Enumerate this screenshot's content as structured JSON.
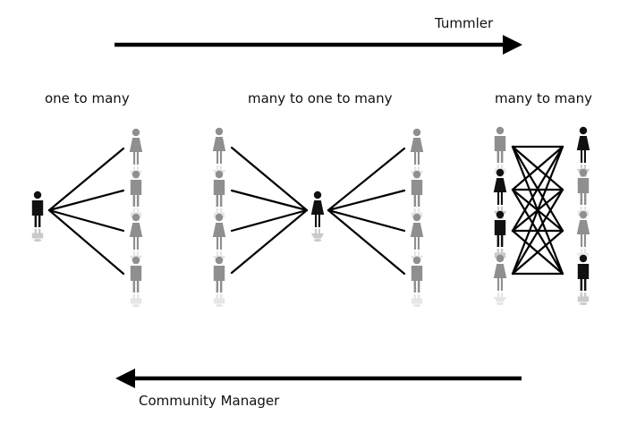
{
  "top_arrow": {
    "label": "Tummler"
  },
  "bottom_arrow": {
    "label": "Community Manager"
  },
  "panels": [
    {
      "title": "one to many"
    },
    {
      "title": "many to one to many"
    },
    {
      "title": "many to many"
    }
  ],
  "colors": {
    "active": "#111111",
    "passive": "#8f8f8f",
    "line": "#000000"
  },
  "icons": {
    "person": "person-icon"
  }
}
